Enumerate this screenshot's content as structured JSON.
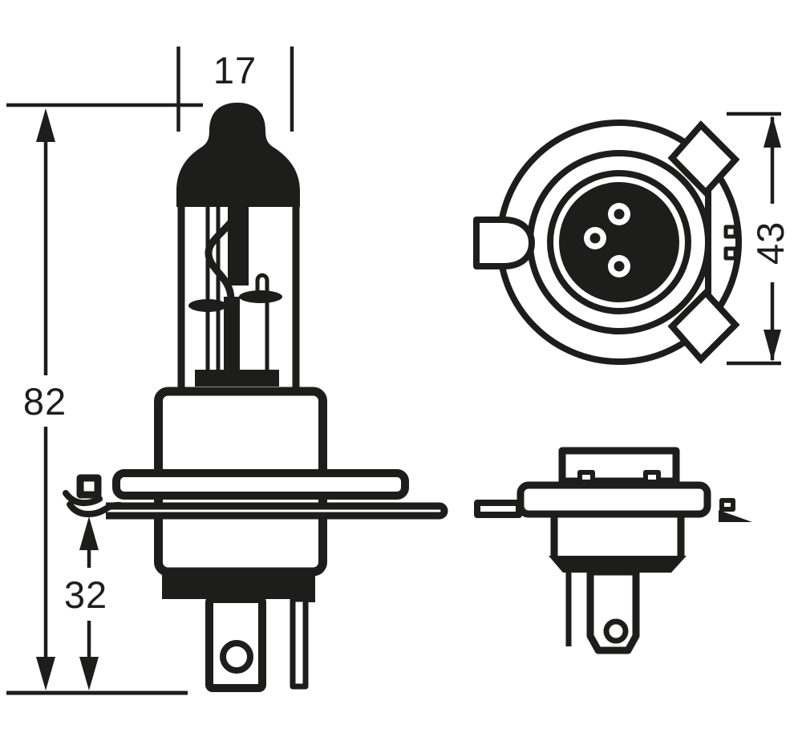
{
  "drawing": {
    "subject": "halogen-bulb-technical-drawing",
    "style": "black line art on white"
  },
  "dimensions": {
    "tube_diameter": {
      "label": "17",
      "orientation": "horizontal-top"
    },
    "overall_height": {
      "label": "82",
      "orientation": "vertical-left"
    },
    "base_height": {
      "label": "32",
      "orientation": "vertical-left"
    },
    "flange_diameter": {
      "label": "43",
      "orientation": "vertical-right-rotated"
    }
  },
  "colors": {
    "ink": "#1d1d1b",
    "paper": "#ffffff"
  }
}
